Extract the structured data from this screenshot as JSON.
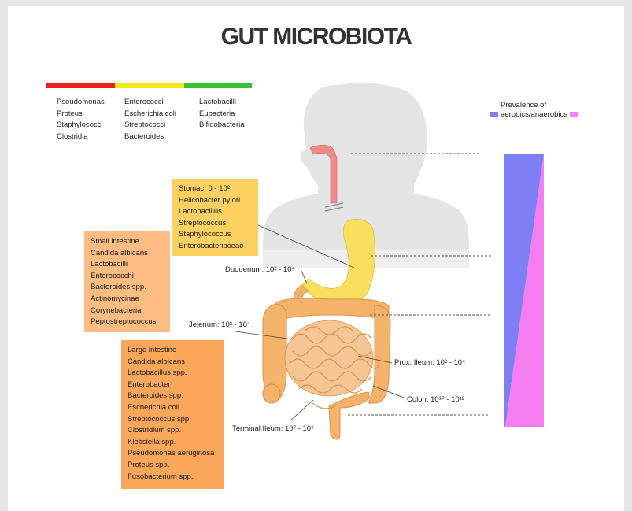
{
  "title": "GUT MICROBIOTA",
  "colors": {
    "red": "#e8201b",
    "yellow": "#f3e81c",
    "green": "#35c232",
    "aerobic": "#7f7ff5",
    "anaerobic": "#f57ff0",
    "box_yellow": "#fdd062",
    "box_light_orange": "#fcbc82",
    "box_orange": "#fba75a",
    "intestine": "#f4b26a",
    "stomach": "#fbdf5c",
    "esophagus": "#f08a8a",
    "silhouette": "#e4e4e4"
  },
  "legend": {
    "red_group": [
      "Pseudomonas",
      "Proteus",
      "Staphylococci",
      "Clostridia"
    ],
    "yellow_group": [
      "Enterococci",
      "Escherichia coli",
      "Streptococci",
      "Bacteroides"
    ],
    "green_group": [
      "Lactobacilli",
      "Eubacteria",
      "Bifidobacteria"
    ]
  },
  "prevalence": {
    "title": "Prevalence of",
    "label": "aerobics/anaerobics"
  },
  "boxes": {
    "stomach": [
      "Stomac: 0 - 10²",
      "Helicobacter pylori",
      "Lactobacillus",
      "Streptococcus",
      "Staphylococcus",
      "Enterobacteriaceae"
    ],
    "small_intestine": [
      "Small intestine",
      "Candida albicans",
      "Lactobacilli",
      "Enterococchi",
      "Bacteroides spp.",
      "Actinomycinae",
      "Corynebacteria",
      "Peptostreptococcus"
    ],
    "large_intestine": [
      "Large intestine",
      "Candida albicans",
      "Lactobacillus spp.",
      "Enterobacter",
      "Bacteroides spp.",
      "Escherichia coli",
      "Streptococcus spp.",
      "Clostridium spp.",
      "Klebsiella spp.",
      "Pseudomonas aeruginosa",
      "Proteus spp.",
      "Fusobacterium spp."
    ]
  },
  "labels": {
    "duodenum": "Duodenum: 10² - 10⁴",
    "jejenum": "Jejenum: 10² - 10⁴",
    "prox_ileum": "Prox. Ileum: 10² - 10⁴",
    "colon": "Colon: 10¹⁰ - 10¹²",
    "terminal_ileum": "Terminal Ileum: 10⁷ - 10⁸"
  }
}
